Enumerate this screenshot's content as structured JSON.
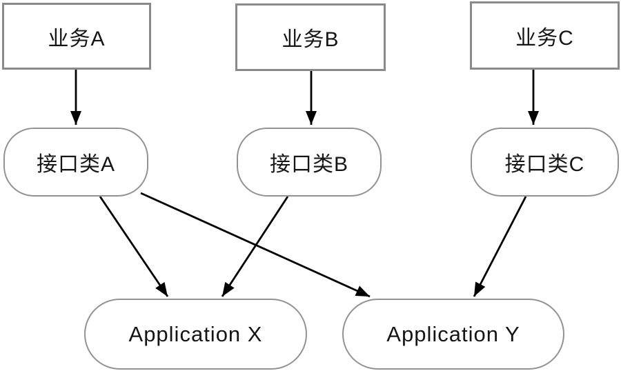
{
  "diagram": {
    "title": "",
    "nodes": {
      "business_a": {
        "label": "业务A",
        "shape": "rectangle"
      },
      "business_b": {
        "label": "业务B",
        "shape": "rectangle"
      },
      "business_c": {
        "label": "业务C",
        "shape": "rectangle"
      },
      "interface_a": {
        "label": "接口类A",
        "shape": "rounded"
      },
      "interface_b": {
        "label": "接口类B",
        "shape": "rounded"
      },
      "interface_c": {
        "label": "接口类C",
        "shape": "rounded"
      },
      "app_x": {
        "label": "Application X",
        "shape": "rounded"
      },
      "app_y": {
        "label": "Application Y",
        "shape": "rounded"
      }
    },
    "edges": [
      {
        "from": "business_a",
        "to": "interface_a"
      },
      {
        "from": "business_b",
        "to": "interface_b"
      },
      {
        "from": "business_c",
        "to": "interface_c"
      },
      {
        "from": "interface_a",
        "to": "app_x"
      },
      {
        "from": "interface_a",
        "to": "app_y"
      },
      {
        "from": "interface_b",
        "to": "app_x"
      },
      {
        "from": "interface_c",
        "to": "app_y"
      }
    ],
    "colors": {
      "background": "#ffffff",
      "rect_border": "#8a8a8a",
      "rounded_border": "#929292",
      "arrow": "#000000",
      "text": "#151515"
    }
  }
}
